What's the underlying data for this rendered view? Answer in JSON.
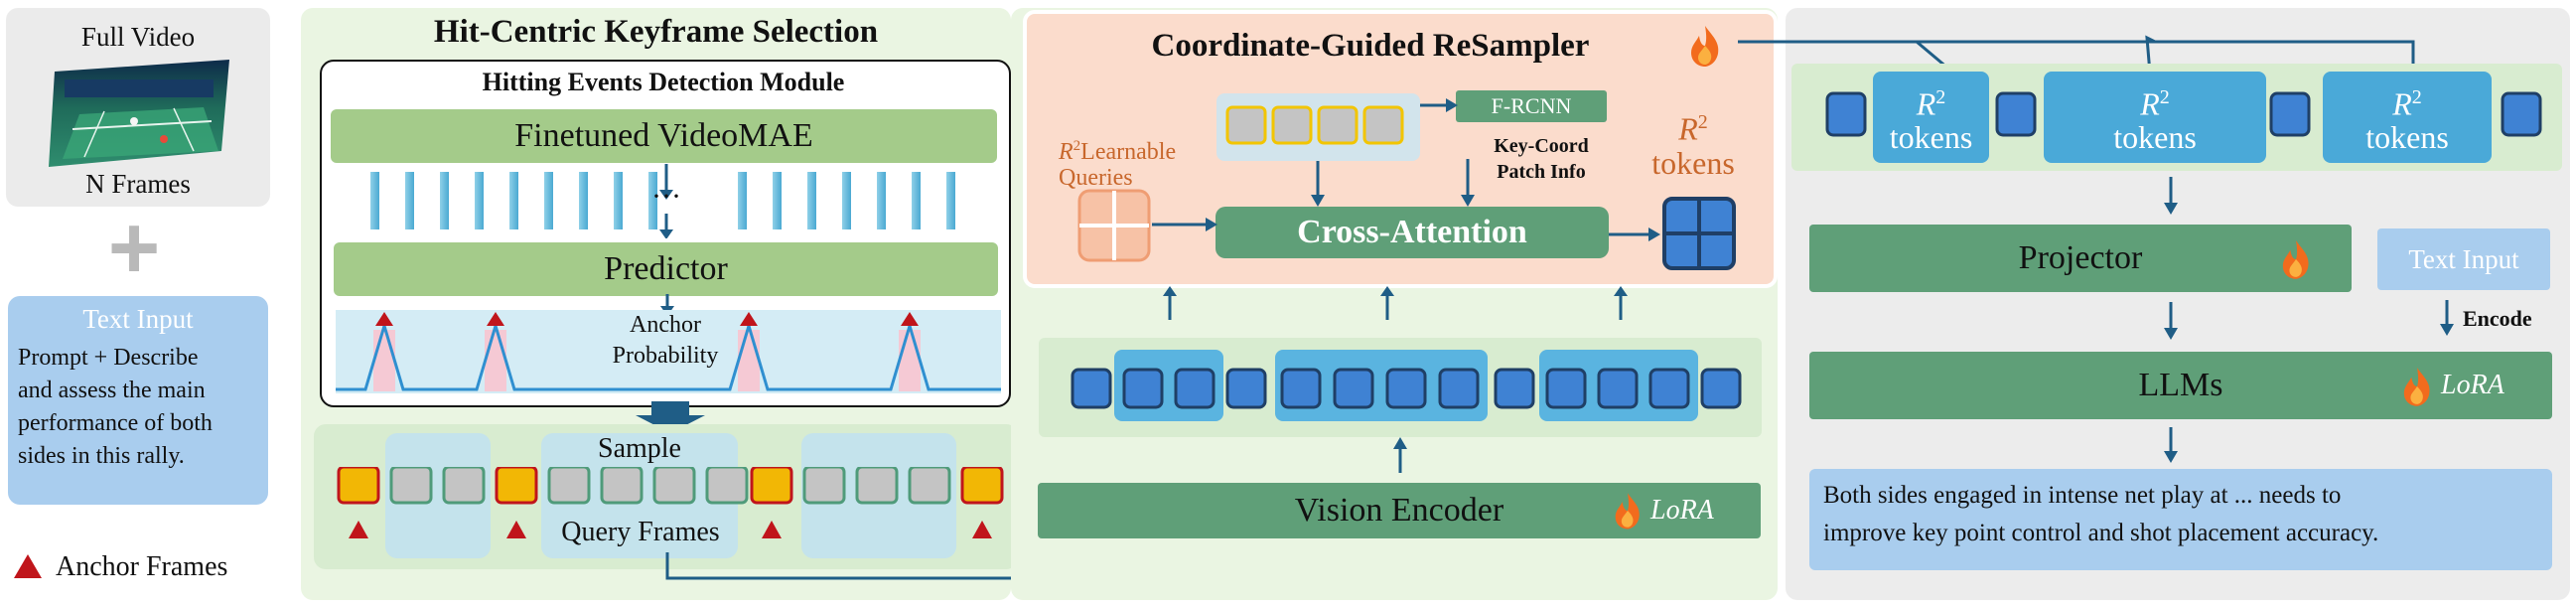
{
  "left": {
    "full_video_title": "Full Video",
    "n_frames": "N Frames",
    "plus": "+",
    "text_input_title": "Text Input",
    "prompt_text_lines": [
      "Prompt + Describe",
      "and assess the main",
      "performance of both",
      "sides in this rally."
    ],
    "anchor_legend": "Anchor Frames"
  },
  "hit_centric": {
    "title": "Hit-Centric Keyframe Selection",
    "module_title": "Hitting Events Detection Module",
    "videomae": "Finetuned VideoMAE",
    "ellipsis": "···",
    "predictor": "Predictor",
    "anchor_prob_line1": "Anchor",
    "anchor_prob_line2": "Probability",
    "sample": "Sample",
    "query_frames": "Query Frames"
  },
  "resampler": {
    "title": "Coordinate-Guided ReSampler",
    "learnable_queries_r": "R",
    "learnable_queries_sup": "2",
    "learnable_queries_line1": "Learnable",
    "learnable_queries_line2": "Queries",
    "frcnn": "F-RCNN",
    "key_coord_line1": "Key-Coord",
    "key_coord_line2": "Patch Info",
    "cross_attention": "Cross-Attention",
    "r2_tokens_r": "R",
    "r2_tokens_sup": "2",
    "r2_tokens_word": "tokens",
    "vision_encoder": "Vision Encoder",
    "lora": "LoRA"
  },
  "right": {
    "r2_token_r": "R",
    "r2_token_sup": "2",
    "r2_token_word": "tokens",
    "projector": "Projector",
    "text_input": "Text Input",
    "encode": "Encode",
    "llms": "LLMs",
    "lora": "LoRA",
    "output_line1": "Both sides engaged in intense net play at ... needs to",
    "output_line2": "improve key point control and shot placement accuracy."
  },
  "colors": {
    "panel_green": "#eaf5e2",
    "bar_green": "#a4cb8a",
    "dark_green": "#5f9f78",
    "resampler_bg": "#fbdccc",
    "token_blue": "#3f82d3",
    "token_group_blue": "#5ab4e0",
    "text_blue_box": "#a9cdee",
    "arrow_blue": "#1f5d86",
    "anchor_red": "#c0151b",
    "frame_yellow": "#f2b705",
    "frame_gray": "#c4c4c4",
    "orange_text": "#c8672c",
    "right_bg": "#ececec"
  }
}
